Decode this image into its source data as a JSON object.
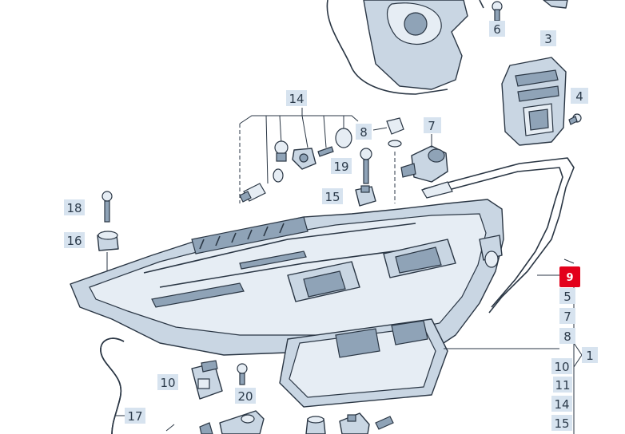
{
  "callouts": [
    {
      "id": "c6",
      "text": "6",
      "highlight": false
    },
    {
      "id": "c3",
      "text": "3",
      "highlight": false
    },
    {
      "id": "c4",
      "text": "4",
      "highlight": false
    },
    {
      "id": "c14a",
      "text": "14",
      "highlight": false
    },
    {
      "id": "c8a",
      "text": "8",
      "highlight": false
    },
    {
      "id": "c7a",
      "text": "7",
      "highlight": false
    },
    {
      "id": "c19",
      "text": "19",
      "highlight": false
    },
    {
      "id": "c15a",
      "text": "15",
      "highlight": false
    },
    {
      "id": "c18",
      "text": "18",
      "highlight": false
    },
    {
      "id": "c16",
      "text": "16",
      "highlight": false
    },
    {
      "id": "c9",
      "text": "9",
      "highlight": true
    },
    {
      "id": "c5",
      "text": "5",
      "highlight": false
    },
    {
      "id": "c7b",
      "text": "7",
      "highlight": false
    },
    {
      "id": "c8b",
      "text": "8",
      "highlight": false
    },
    {
      "id": "c1",
      "text": "1",
      "highlight": false
    },
    {
      "id": "c10a",
      "text": "10",
      "highlight": false
    },
    {
      "id": "c11",
      "text": "11",
      "highlight": false
    },
    {
      "id": "c14b",
      "text": "14",
      "highlight": false
    },
    {
      "id": "c15b",
      "text": "15",
      "highlight": false
    },
    {
      "id": "c10b",
      "text": "10",
      "highlight": false
    },
    {
      "id": "c20",
      "text": "20",
      "highlight": false
    },
    {
      "id": "c17",
      "text": "17",
      "highlight": false
    }
  ],
  "colors": {
    "highlight": "#e3001b",
    "label_bg": "#d7e3ef",
    "part_fill": "#c9d6e3",
    "line": "#2a3644"
  }
}
